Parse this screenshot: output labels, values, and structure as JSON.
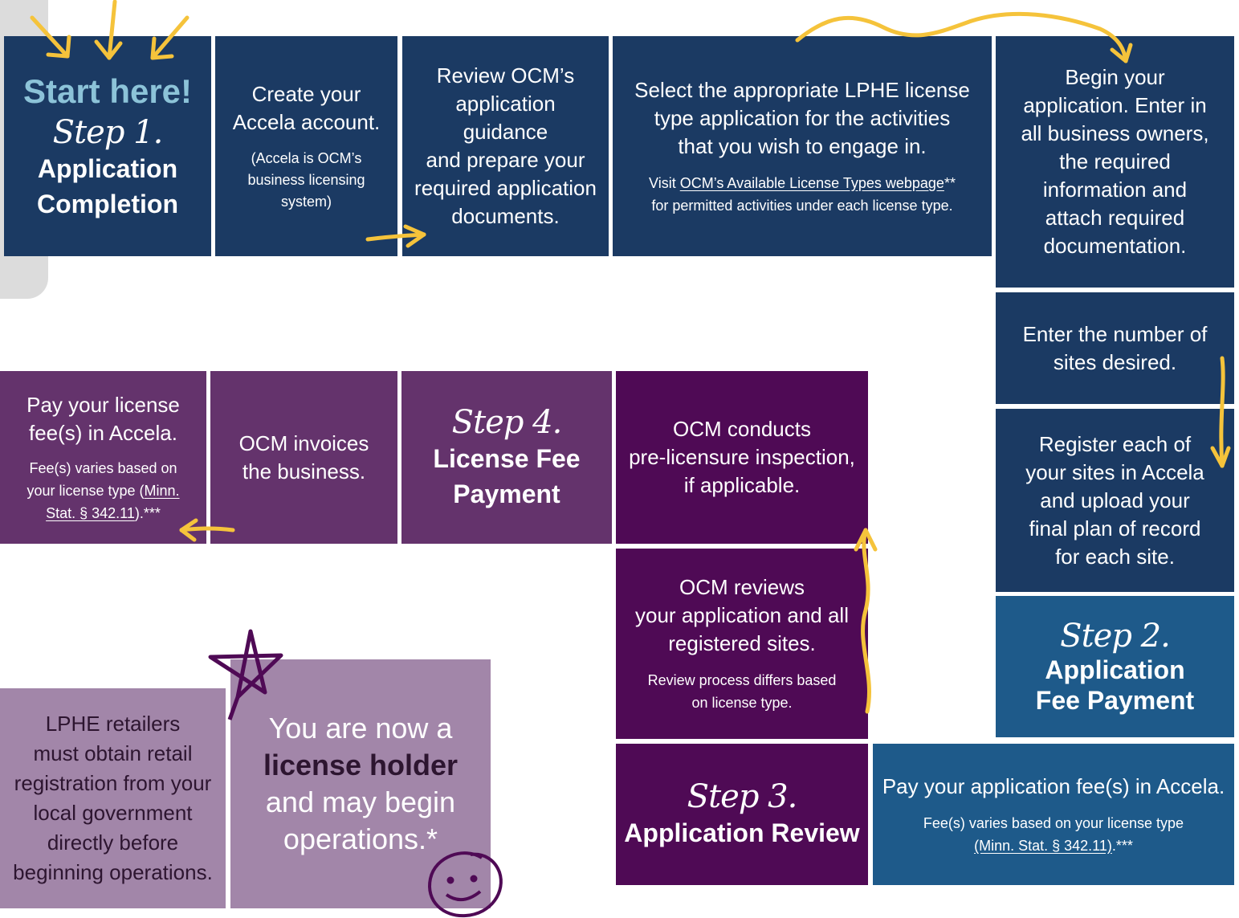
{
  "colors": {
    "navy": "#1b3a63",
    "blue": "#1e5a8a",
    "plum": "#64336c",
    "dark_plum": "#4f0a55",
    "lilac": "#a286a9",
    "accent_yellow": "#f5c33b",
    "start_here_blue": "#8cc3d8"
  },
  "step1": {
    "start_here": "Start here!",
    "step_label": "Step 1.",
    "title_line1": "Application",
    "title_line2": "Completion"
  },
  "create_account": {
    "line1": "Create your",
    "line2": "Accela account.",
    "note_line1": "(Accela is OCM’s",
    "note_line2": "business licensing",
    "note_line3": "system)"
  },
  "review_guidance": {
    "line1": "Review OCM’s",
    "line2": "application guidance",
    "line3": "and prepare your",
    "line4": "required application",
    "line5": "documents."
  },
  "select_license": {
    "line1": "Select the appropriate LPHE license",
    "line2": "type application for the activities",
    "line3": "that you wish to engage in.",
    "note_prefix": "Visit ",
    "note_link": "OCM’s Available License Types webpage",
    "note_mark": "**",
    "note_line2": "for permitted activities under each license type."
  },
  "begin_application": {
    "line1": "Begin your",
    "line2": "application. Enter in",
    "line3": "all business owners,",
    "line4": "the required",
    "line5": "information and",
    "line6": "attach required",
    "line7": "documentation."
  },
  "enter_sites": {
    "line1": "Enter the number of",
    "line2": "sites desired."
  },
  "register_sites": {
    "line1": "Register each of",
    "line2": "your sites in Accela",
    "line3": "and upload your",
    "line4": "final plan of record",
    "line5": "for each site."
  },
  "step2": {
    "step_label": "Step 2.",
    "title_line1": "Application",
    "title_line2": "Fee Payment"
  },
  "pay_application_fee": {
    "line1": "Pay your application fee(s) in Accela.",
    "note_line1": "Fee(s) varies based on your license type",
    "note_link": "(Minn. Stat. § 342.11)",
    "note_end": ".***"
  },
  "step3": {
    "step_label": "Step 3.",
    "title": "Application Review"
  },
  "ocm_reviews": {
    "line1": "OCM reviews",
    "line2": "your application and all",
    "line3": "registered sites.",
    "note_line1": "Review process differs based",
    "note_line2": "on license type."
  },
  "inspection": {
    "line1": "OCM conducts",
    "line2": "pre-licensure inspection,",
    "line3": "if applicable."
  },
  "step4": {
    "step_label": "Step 4.",
    "title_line1": "License Fee",
    "title_line2": "Payment"
  },
  "invoice": {
    "line1": "OCM invoices",
    "line2": "the business."
  },
  "pay_license_fee": {
    "line1": "Pay your license",
    "line2": "fee(s) in Accela.",
    "note_line1": "Fee(s) varies based on",
    "note_line2_prefix": "your license type (",
    "note_link1": "Minn.",
    "note_link2": "Stat. § 342.11",
    "note_end": ").***"
  },
  "license_holder": {
    "line1": "You are now a",
    "line2": "license holder",
    "line3": "and may begin",
    "line4": "operations.*"
  },
  "retailers": {
    "line1": "LPHE retailers",
    "line2": "must obtain retail",
    "line3": "registration from your",
    "line4": "local government",
    "line5": "directly before",
    "line6": "beginning operations."
  }
}
